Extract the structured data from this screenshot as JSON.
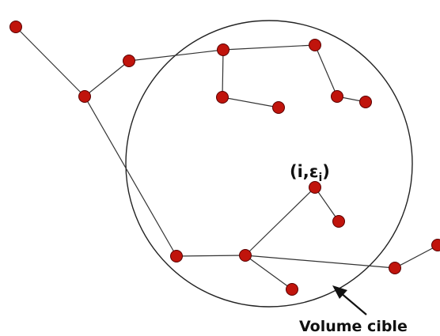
{
  "diagram": {
    "node_label": {
      "open": "(i,",
      "epsilon": "ε",
      "sub": "i",
      "close": ")"
    },
    "volume_label": "Volume cible"
  },
  "colors": {
    "node_fill": "#c0140c",
    "node_stroke": "#5a0000",
    "edge": "#333333",
    "circle": "#222222",
    "text": "#111111"
  },
  "icons": {
    "pointer": "arrow-icon"
  }
}
